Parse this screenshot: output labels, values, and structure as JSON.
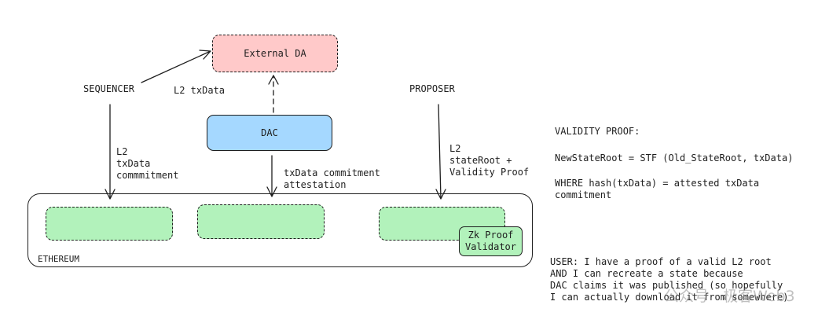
{
  "diagram": {
    "external_da": "External DA",
    "dac": "DAC",
    "sequencer": "SEQUENCER",
    "proposer": "PROPOSER",
    "l2_txdata": "L2 txData",
    "sequencer_arrow_label": "L2\ntxData\ncommmitment",
    "dac_arrow_label": "txData commitment\nattestation",
    "proposer_arrow_label": "L2\nstateRoot +\nValidity Proof",
    "ethereum": "ETHEREUM",
    "zk_validator": "Zk Proof\nValidator"
  },
  "notes": {
    "validity_title": "VALIDITY PROOF:",
    "formula": "NewStateRoot = STF (Old_StateRoot, txData)",
    "where": "WHERE hash(txData) = attested txData\ncommitment",
    "user": "USER: I have a proof of a valid L2 root\nAND I can recreate a state because\nDAC claims it was published (so hopefully\nI can actually download it from somewhere)"
  },
  "watermark": "公众号 · 极客Web3",
  "colors": {
    "external_da_fill": "#ffc9c9",
    "dac_fill": "#a5d8ff",
    "contract_fill": "#b2f2bb",
    "stroke": "#1e1e1e"
  }
}
